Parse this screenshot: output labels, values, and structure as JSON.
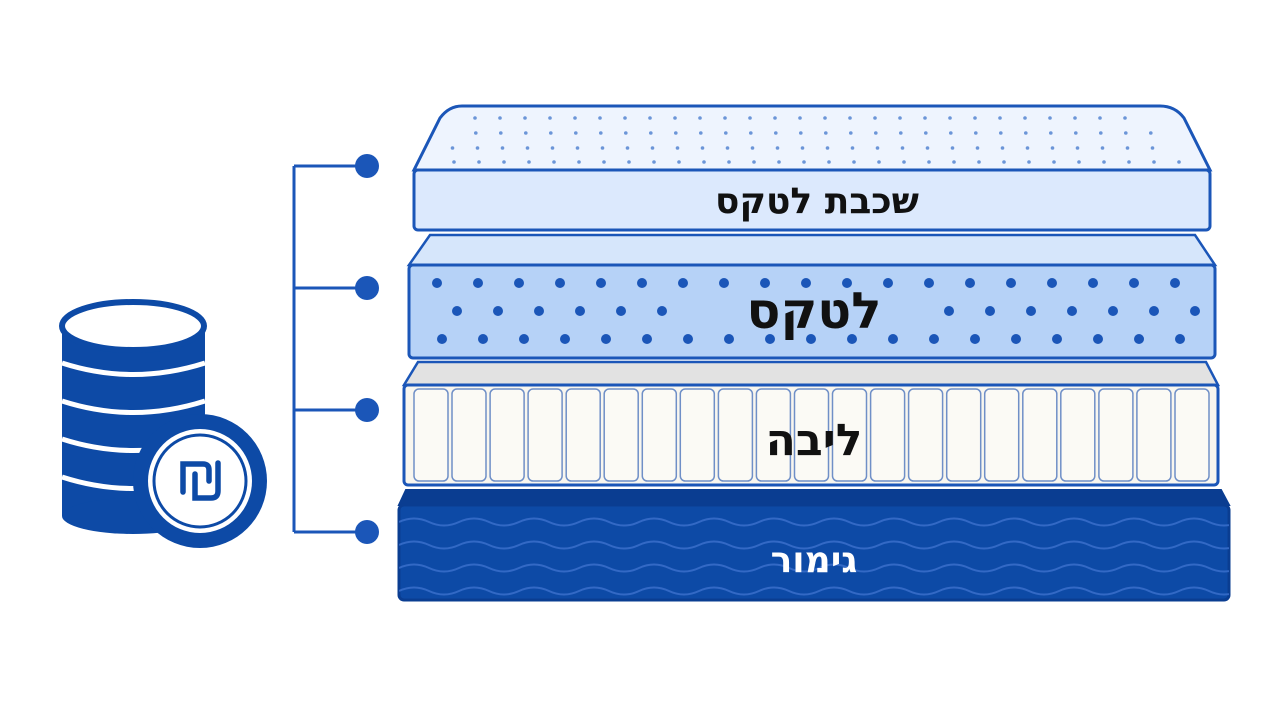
{
  "colors": {
    "navy": "#0a3d91",
    "blue": "#1b56b8",
    "top_face": "#eef4fe",
    "top_front": "#dce9fd",
    "latex_face": "#c6dcf8",
    "latex_front": "#aecdf6",
    "core_face": "#f4f1e8",
    "core_front": "#f8f6ef",
    "cover": "#0d4aa6"
  },
  "icons": {
    "coins": "coin-stack-icon",
    "shekel": "shekel-icon"
  },
  "layers": [
    {
      "id": "comfort",
      "label": "שכבת לטקס"
    },
    {
      "id": "latex",
      "label": "לטקס"
    },
    {
      "id": "core",
      "label": "ליבה"
    },
    {
      "id": "cover",
      "label": "גימור"
    }
  ]
}
